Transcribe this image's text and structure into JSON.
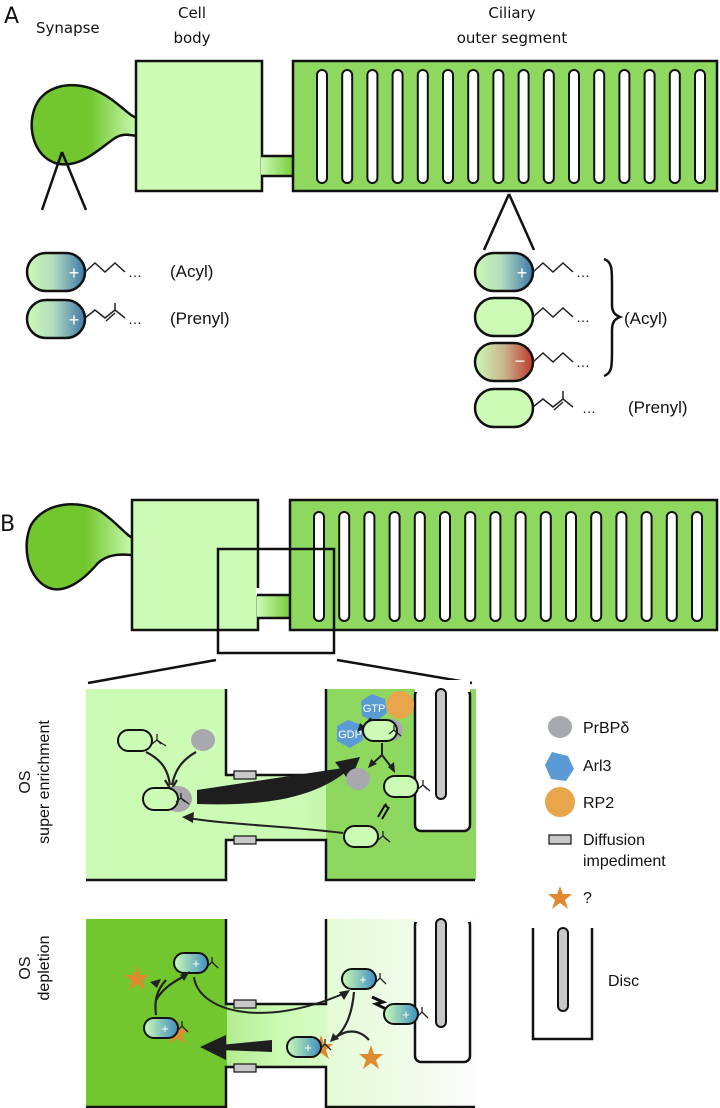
{
  "panel_a": {
    "letter": "A",
    "labels": {
      "synapse": "Synapse",
      "cell_body_line1": "Cell",
      "cell_body_line2": "body",
      "os_line1": "Ciliary",
      "os_line2": "outer segment"
    },
    "synapse_proteins": [
      {
        "charge": "+",
        "lipid": "Acyl",
        "label": "(Acyl)"
      },
      {
        "charge": "+",
        "lipid": "Prenyl",
        "label": "(Prenyl)"
      }
    ],
    "os_proteins": [
      {
        "charge": "+",
        "lipid": "Acyl"
      },
      {
        "charge": "",
        "lipid": "Acyl"
      },
      {
        "charge": "−",
        "lipid": "Acyl"
      },
      {
        "charge": "",
        "lipid": "Prenyl"
      }
    ],
    "os_group_labels": {
      "acyl": "(Acyl)",
      "prenyl": "(Prenyl)"
    },
    "ellipsis": "…",
    "disc_count": 16
  },
  "panel_b": {
    "letter": "B",
    "disc_count": 16,
    "rows": [
      {
        "line1": "OS",
        "line2": "super enrichment"
      },
      {
        "line1": "OS",
        "line2": "depletion"
      }
    ],
    "arl3_labels": {
      "gtp": "GTP",
      "gdp": "GDP"
    },
    "legend": [
      {
        "icon": "prbp-circle-icon",
        "label": "PrBPδ",
        "color": "#a7a9ac"
      },
      {
        "icon": "arl3-hexagon-icon",
        "label": "Arl3",
        "color": "#5b9bd5"
      },
      {
        "icon": "rp2-circle-icon",
        "label": "RP2",
        "color": "#e8a54b"
      },
      {
        "icon": "diffusion-barrier-icon",
        "label_line1": "Diffusion",
        "label_line2": "impediment",
        "color": "#c8c8c8"
      },
      {
        "icon": "star-icon",
        "label": "?",
        "color": "#e08a30"
      },
      {
        "icon": "disc-icon",
        "label": "Disc"
      }
    ]
  },
  "colors": {
    "light_green": "#ccfbb5",
    "mid_green": "#8fd860",
    "dark_green": "#72c62e",
    "positive_blue": "#3f79a8",
    "negative_red": "#c0392b",
    "outline": "#111111"
  }
}
